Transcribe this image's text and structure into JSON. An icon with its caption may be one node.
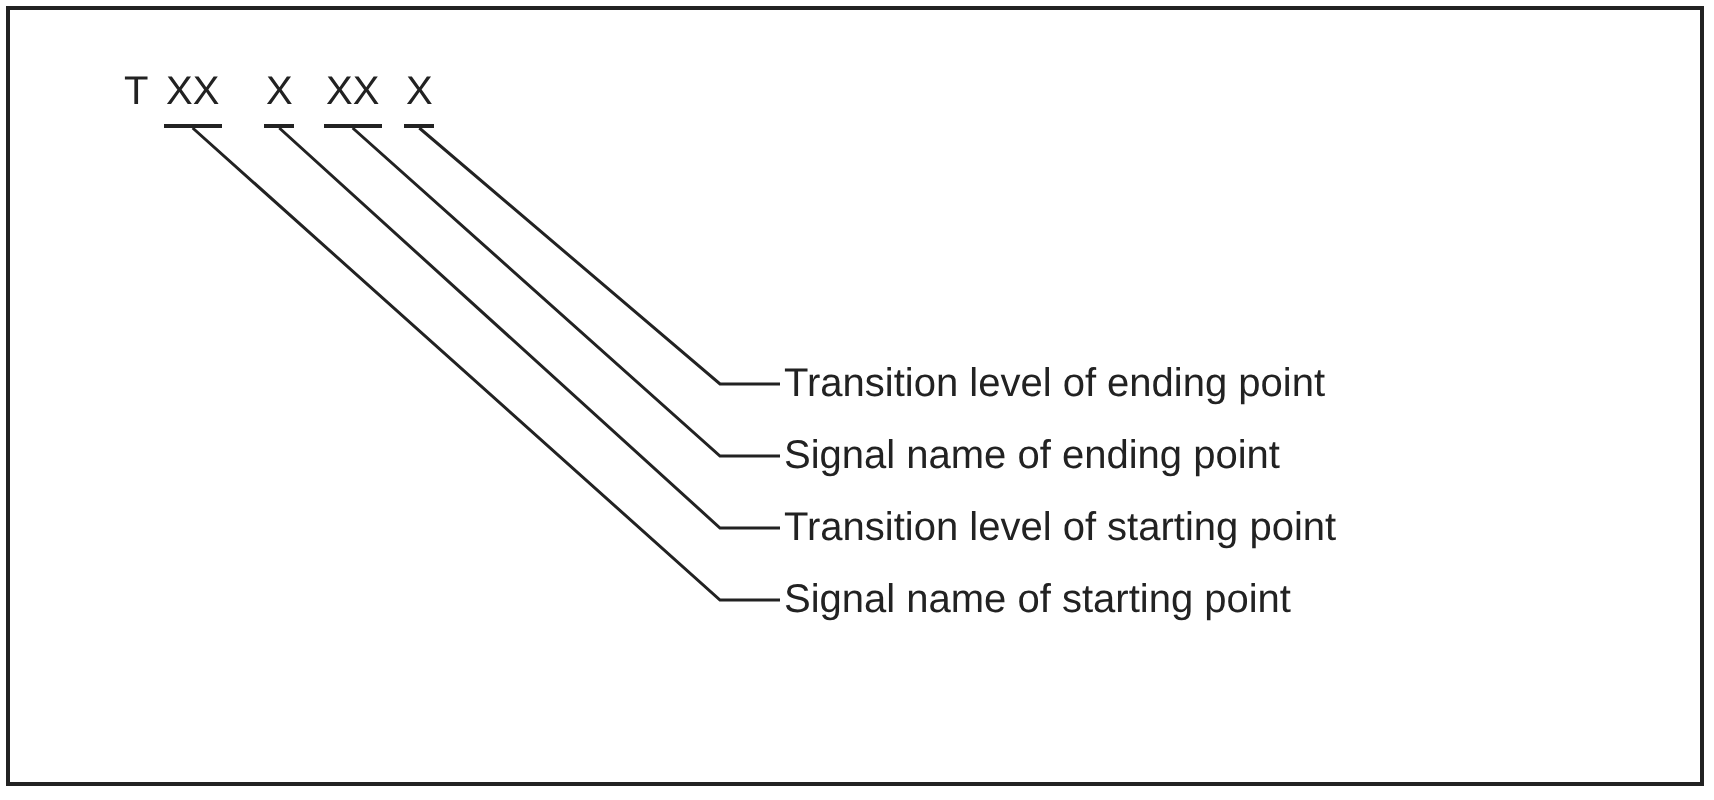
{
  "diagram": {
    "nodes": [
      {
        "text": [
          "XX"
        ]
      },
      {
        "text": [
          "X"
        ]
      },
      {
        "text": [
          "XX"
        ]
      },
      {
        "text": [
          "X"
        ]
      },
      {
        "text": [
          "Transition level of ending point"
        ]
      },
      {
        "text": [
          "Signal name of ending point"
        ]
      },
      {
        "text": [
          "Transition level of starting point"
        ]
      },
      {
        "text": [
          "Signal name of starting point"
        ]
      }
    ],
    "edges": [
      {
        "from": 4,
        "to": 3,
        "arrow": "none"
      },
      {
        "from": 5,
        "to": 2,
        "arrow": "none"
      },
      {
        "from": 6,
        "to": 1,
        "arrow": "none"
      },
      {
        "from": 7,
        "to": 0,
        "arrow": "none"
      }
    ],
    "labels": [
      "T"
    ]
  }
}
